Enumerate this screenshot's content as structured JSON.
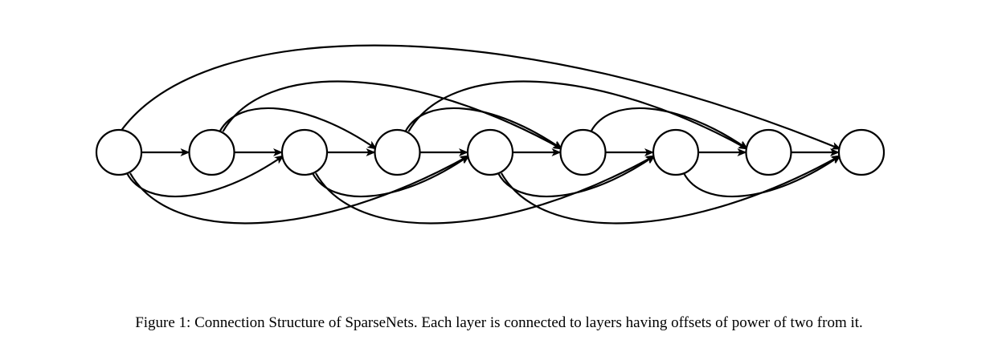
{
  "caption": "Figure 1: Connection Structure of SparseNets. Each layer is connected to layers having offsets of power of two from it.",
  "diagram": {
    "type": "sparse-connection-graph",
    "node_count": 9,
    "connection_offsets": [
      1,
      2,
      4,
      8
    ],
    "colors": {
      "stroke": "#000000",
      "fill": "#ffffff"
    }
  }
}
